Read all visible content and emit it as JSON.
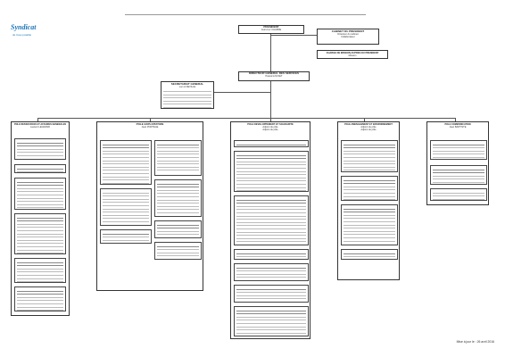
{
  "logo": {
    "name": "Syndicat",
    "tagline": "de l'eau potable"
  },
  "top": {
    "president": {
      "title": "PRESIDENT",
      "name": "Jean-Luc CHARDE"
    },
    "cabinet": {
      "title": "CABINET DU PRESIDENT",
      "line1": "Directeur du cabinet",
      "line2": "Collaborateur"
    },
    "mission": {
      "title": "CHARGÉ DE MISSION AUPRÈS DU PRÉSIDENT",
      "line1": "Mission"
    },
    "dgs": {
      "title": "DIRECTEUR GÉNÉRAL DES SERVICES",
      "name": "Pascal LOUVET"
    },
    "secretariat": {
      "title": "SECRETARIAT GENERAL",
      "name": "Luc et NEVILLE"
    }
  },
  "poles": [
    {
      "title": "POLE RESSOURCES ET AFFAIRES GÉNÉRALES",
      "head": "Laurent LEGRAND"
    },
    {
      "title": "POLE EXPLOITATION",
      "head": "Jean PORTAGE"
    },
    {
      "title": "POLE DÉVELOPPEMENT ET SOLIDARITÉ",
      "head": "Adjoint du pôle",
      "extra": "Adjoint du pôle"
    },
    {
      "title": "POLE AMÉNAGEMENT ET ENVIRONNEMENT",
      "head": "Adjoint du pôle",
      "extra": "Adjoint du pôle"
    },
    {
      "title": "POLE COMMUNICATION",
      "head": "Jean BAPTISTE"
    }
  ],
  "footer": {
    "date": "Mise à jour le : 26 avril 2016"
  }
}
